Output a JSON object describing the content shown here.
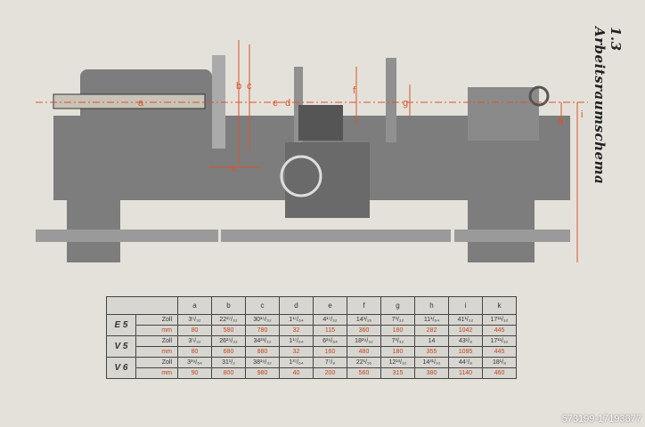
{
  "title": "1.3 Arbeitsraumschema",
  "diagram_labels": [
    "a",
    "b",
    "c",
    "d",
    "e",
    "f",
    "g",
    "h",
    "i",
    "k"
  ],
  "table": {
    "columns": [
      "a",
      "b",
      "c",
      "d",
      "e",
      "f",
      "g",
      "h",
      "i",
      "k"
    ],
    "models": [
      {
        "name": "E 5",
        "zoll": [
          "3⁵/₃₂",
          "22²⁷/₃₂",
          "30¹⁵/₃₂",
          "1¹⁷/₆₄",
          "4¹⁷/₃₂",
          "14³/₁₆",
          "7³/₃₂",
          "11¹/₆₄",
          "41¹/₃₂",
          "17¹¹/₃₂"
        ],
        "mm": [
          "80",
          "580",
          "780",
          "32",
          "115",
          "360",
          "180",
          "282",
          "1042",
          "445"
        ]
      },
      {
        "name": "V 5",
        "zoll": [
          "3⁵/₃₂",
          "26²⁵/₃₂",
          "34²³/₃₂",
          "1¹⁷/₆₄",
          "6²⁹/₆₄",
          "18²⁹/₃₂",
          "7³/₃₂",
          "14",
          "43¹/₈",
          "17¹¹/₃₂"
        ],
        "mm": [
          "80",
          "680",
          "880",
          "32",
          "160",
          "480",
          "180",
          "355",
          "1095",
          "445"
        ]
      },
      {
        "name": "V 6",
        "zoll": [
          "3³⁹/₆₄",
          "31¹/₂",
          "38¹⁹/₃₂",
          "1³⁷/₆₄",
          "7⁷/₈",
          "22¹/₁₆",
          "12¹³/₃₂",
          "14³¹/₃₂",
          "44⁷/₈",
          "18¹/₈"
        ],
        "mm": [
          "90",
          "800",
          "980",
          "40",
          "200",
          "560",
          "315",
          "380",
          "1140",
          "460"
        ]
      }
    ],
    "unit_zoll": "Zoll",
    "unit_mm": "mm"
  },
  "watermark": "573199-17193877",
  "colors": {
    "dim": "#d9552a",
    "machine": "#7a7a7a",
    "paper": "#e4e1da"
  }
}
